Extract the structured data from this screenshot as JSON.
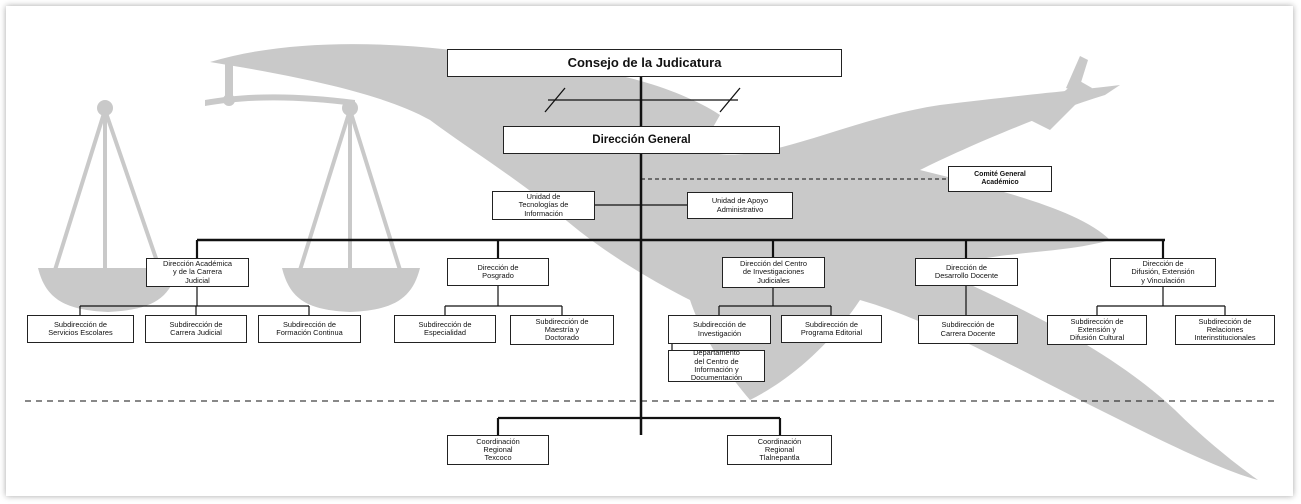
{
  "colors": {
    "line": "#111111",
    "box_border": "#222222",
    "watermark": "#c9c9c9"
  },
  "watermark": {
    "name": "scales-of-justice-figure"
  },
  "org_chart": {
    "root": "Consejo de la Judicatura",
    "general": "Dirección General",
    "staff": {
      "comite": "Comité General\nAcadémico",
      "tecnologias": "Unidad de\nTecnologías de\nInformación",
      "apoyo": "Unidad de Apoyo\nAdministrativo"
    },
    "direcciones": [
      {
        "name": "Dirección Académica\ny de la Carrera\nJudicial",
        "subs": [
          "Subdirección de\nServicios Escolares",
          "Subdirección de\nCarrera Judicial",
          "Subdirección de\nFormación Continua"
        ]
      },
      {
        "name": "Dirección de\nPosgrado",
        "subs": [
          "Subdirección de\nEspecialidad",
          "Subdirección de\nMaestría y\nDoctorado"
        ]
      },
      {
        "name": "Dirección del Centro\nde Investigaciones\nJudiciales",
        "subs": [
          "Subdirección de\nInvestigación",
          "Subdirección de\nPrograma Editorial"
        ],
        "dept": "Departamento\ndel Centro de\nInformación y\nDocumentación"
      },
      {
        "name": "Dirección de\nDesarrollo Docente",
        "subs": [
          "Subdirección de\nCarrera Docente"
        ]
      },
      {
        "name": "Dirección de\nDifusión, Extensión\ny Vinculación",
        "subs": [
          "Subdirección de\nExtensión y\nDifusión Cultural",
          "Subdirección de\nRelaciones\nInterinstitucionales"
        ]
      }
    ],
    "coordinaciones": [
      "Coordinación\nRegional\nTexcoco",
      "Coordinación\nRegional\nTlalnepantla"
    ]
  }
}
